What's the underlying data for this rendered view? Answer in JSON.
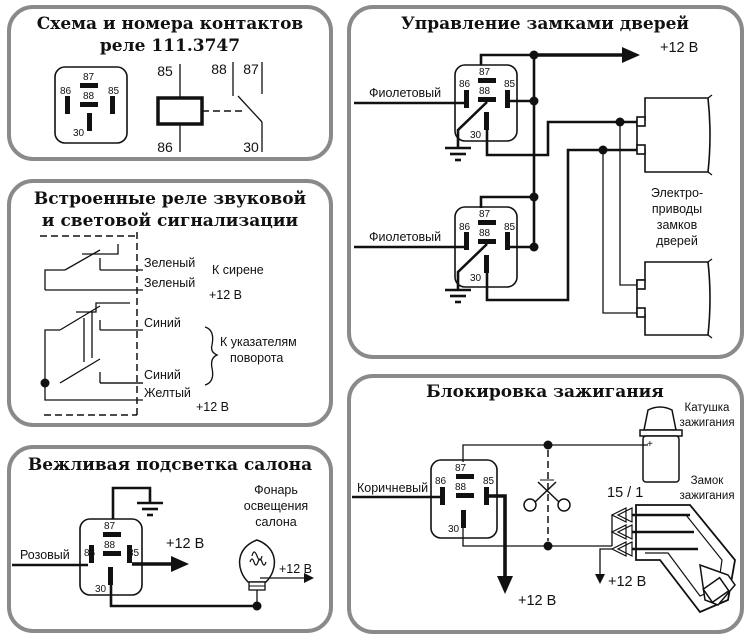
{
  "panels": {
    "relay_scheme": {
      "title_line1": "Схема и номера контактов",
      "title_line2": "реле 111.3747"
    },
    "builtin_relays": {
      "title_line1": "Встроенные реле звуковой",
      "title_line2": "и световой сигнализации",
      "wire_green_1": "Зеленый",
      "wire_green_2": "Зеленый",
      "to_siren": "К сирене",
      "plus12_a": "+12 В",
      "wire_blue_1": "Синий",
      "wire_blue_2": "Синий",
      "to_turn_1": "К указателям",
      "to_turn_2": "поворота",
      "wire_yellow": "Желтый",
      "plus12_b": "+12 В"
    },
    "courtesy_light": {
      "title": "Вежливая подсветка салона",
      "wire_pink": "Розовый",
      "plus12_a": "+12 В",
      "lamp_1": "Фонарь",
      "lamp_2": "освещения",
      "lamp_3": "салона",
      "plus12_b": "+12 В"
    },
    "door_locks": {
      "title": "Управление замками дверей",
      "plus12": "+12 В",
      "wire_violet_1": "Фиолетовый",
      "wire_violet_2": "Фиолетовый",
      "actuators_1": "Электро-",
      "actuators_2": "приводы",
      "actuators_3": "замков",
      "actuators_4": "дверей"
    },
    "ignition_lock": {
      "title": "Блокировка зажигания",
      "coil_1": "Катушка",
      "coil_2": "зажигания",
      "switch_1": "Замок",
      "switch_2": "зажигания",
      "wire_brown": "Коричневый",
      "terminal": "15 / 1",
      "plus12_a": "+12 В",
      "plus12_b": "+12 В"
    }
  },
  "pins": {
    "p85": "85",
    "p86": "86",
    "p87": "87",
    "p88": "88",
    "p30": "30"
  }
}
